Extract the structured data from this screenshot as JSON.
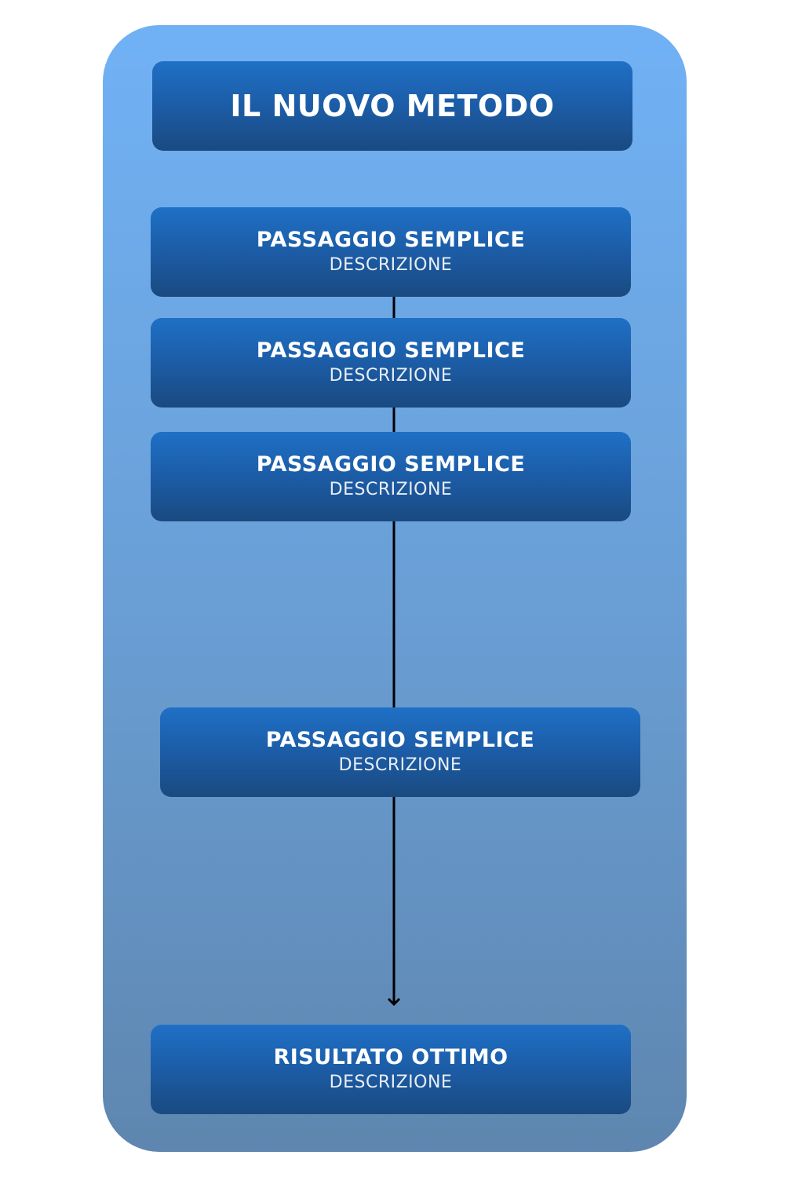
{
  "title": "IL NUOVO METODO",
  "steps": [
    {
      "title": "PASSAGGIO SEMPLICE",
      "description": "DESCRIZIONE"
    },
    {
      "title": "PASSAGGIO SEMPLICE",
      "description": "DESCRIZIONE"
    },
    {
      "title": "PASSAGGIO SEMPLICE",
      "description": "DESCRIZIONE"
    },
    {
      "title": "PASSAGGIO SEMPLICE",
      "description": "DESCRIZIONE"
    }
  ],
  "result": {
    "title": "RISULTATO OTTIMO",
    "description": "DESCRIZIONE"
  },
  "colors": {
    "panel_top": "#70b1f5",
    "panel_bottom": "#5e86af",
    "box_top": "#1f70c6",
    "box_bottom": "#1a4a80",
    "connector": "#000000"
  }
}
